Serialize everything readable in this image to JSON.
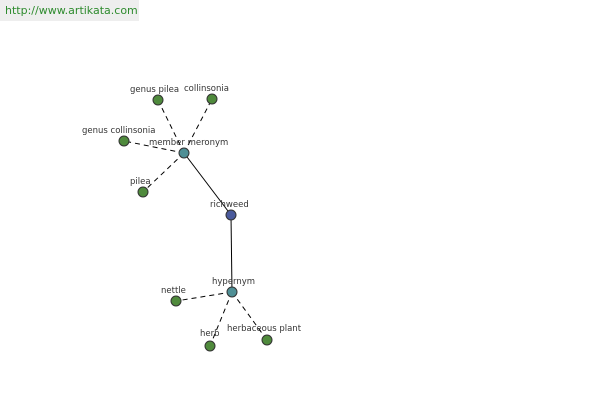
{
  "watermark": {
    "url": "http://www.artikata.com"
  },
  "colors": {
    "leaf_fill": "#4f8a3c",
    "relation_fill": "#4f8f95",
    "root_fill": "#4a5a9c",
    "node_stroke": "#333333",
    "edge": "#000000",
    "text": "#333333"
  },
  "graph": {
    "root": {
      "id": "richweed",
      "label": "richweed"
    },
    "relations": [
      {
        "id": "member-meronym",
        "label": "member meronym"
      },
      {
        "id": "hypernym",
        "label": "hypernym"
      }
    ],
    "leaves": [
      {
        "id": "genus-pilea",
        "label": "genus pilea",
        "parent": "member-meronym"
      },
      {
        "id": "collinsonia",
        "label": "collinsonia",
        "parent": "member-meronym"
      },
      {
        "id": "genus-collinsonia",
        "label": "genus collinsonia",
        "parent": "member-meronym"
      },
      {
        "id": "pilea",
        "label": "pilea",
        "parent": "member-meronym"
      },
      {
        "id": "nettle",
        "label": "nettle",
        "parent": "hypernym"
      },
      {
        "id": "herb",
        "label": "herb",
        "parent": "hypernym"
      },
      {
        "id": "herbaceous-plant",
        "label": "herbaceous plant",
        "parent": "hypernym"
      }
    ]
  }
}
